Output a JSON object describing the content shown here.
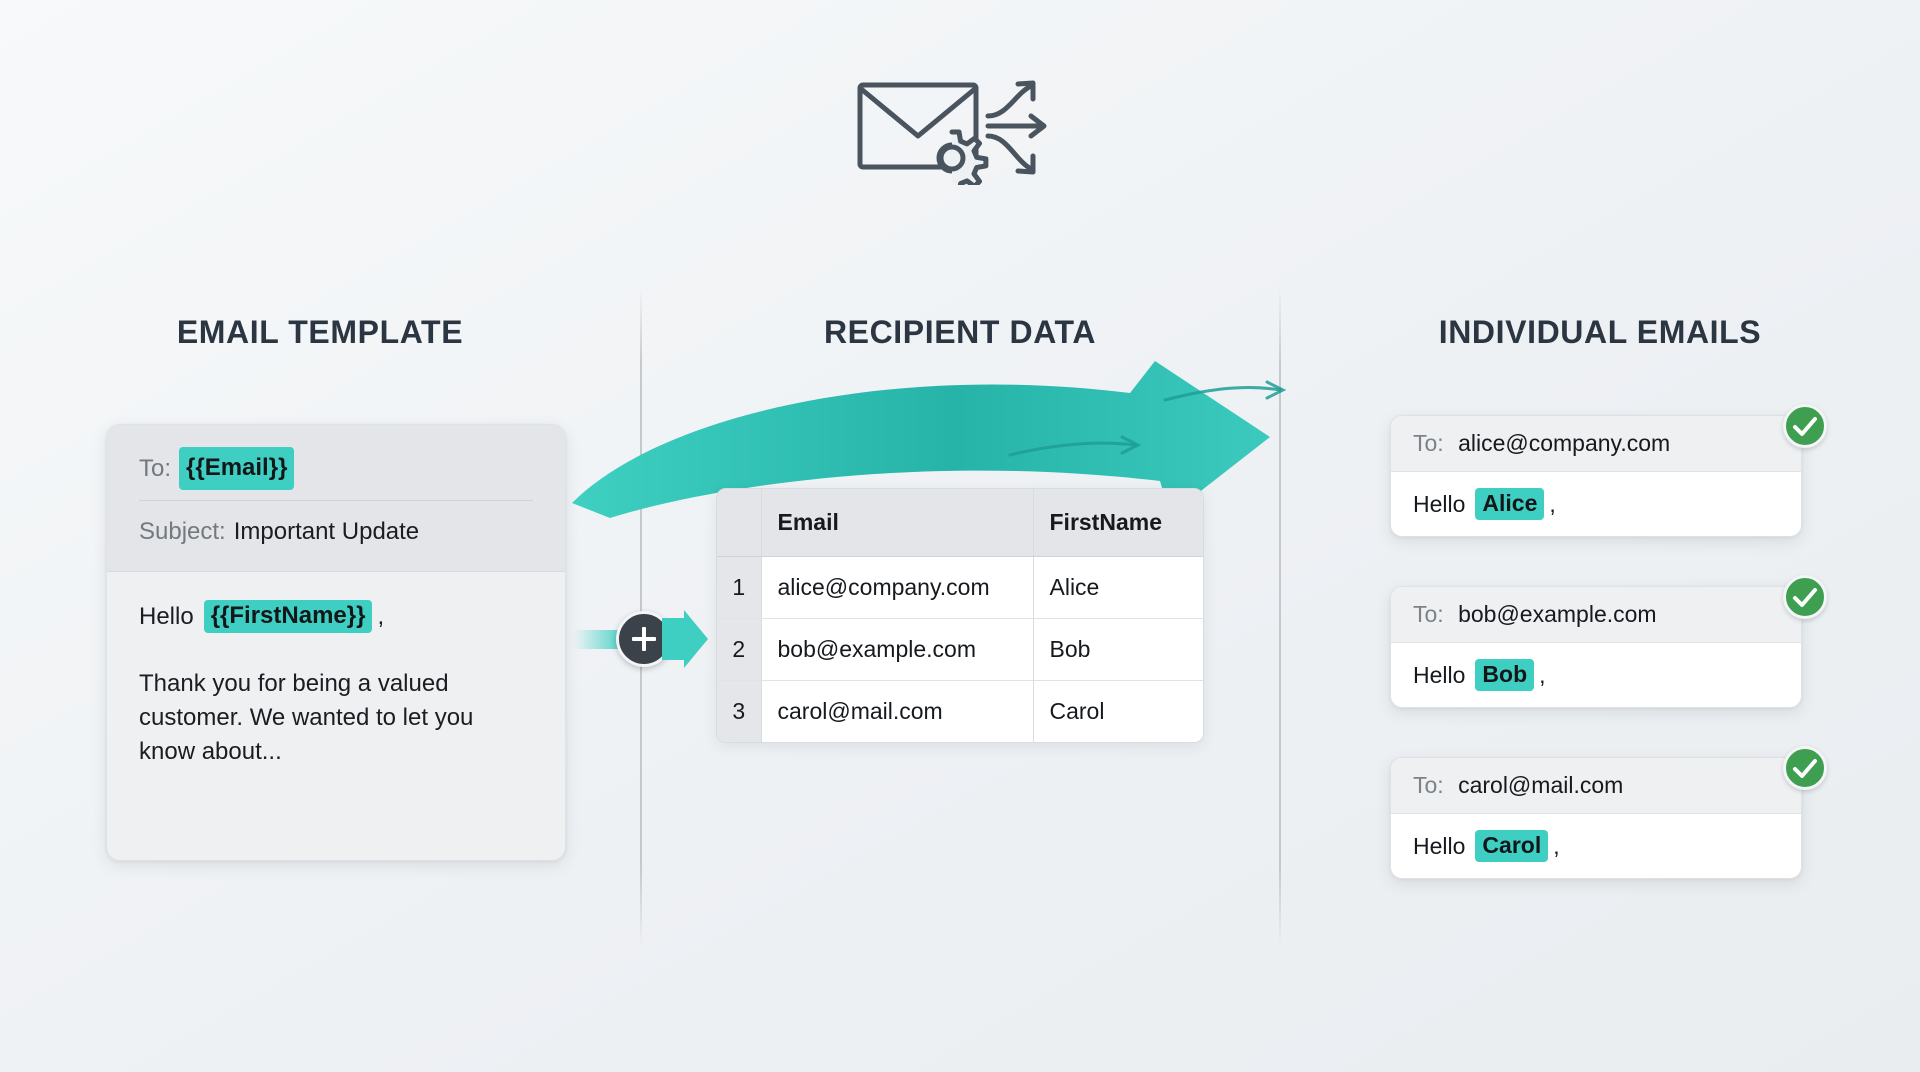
{
  "header_icon": {
    "name": "mail-merge-icon",
    "parts": [
      "envelope",
      "gear",
      "split-arrows"
    ]
  },
  "columns": {
    "template_title": "EMAIL TEMPLATE",
    "recipients_title": "RECIPIENT DATA",
    "emails_title": "INDIVIDUAL EMAILS"
  },
  "template": {
    "to_label": "To:",
    "to_token": "{{Email}}",
    "subject_label": "Subject:",
    "subject_value": "Important Update",
    "greeting_word": "Hello",
    "greeting_token": "{{FirstName}}",
    "greeting_comma": ",",
    "body_paragraph": "Thank you for being a valued customer. We wanted to let you know about..."
  },
  "merge": {
    "plus_symbol": "+",
    "icon_name": "merge-plus-icon"
  },
  "recipient_table": {
    "index_header": "",
    "headers": [
      "Email",
      "FirstName"
    ],
    "rows": [
      {
        "index": "1",
        "email": "alice@company.com",
        "first_name": "Alice"
      },
      {
        "index": "2",
        "email": "bob@example.com",
        "first_name": "Bob"
      },
      {
        "index": "3",
        "email": "carol@mail.com",
        "first_name": "Carol"
      }
    ]
  },
  "emails": [
    {
      "to_label": "To:",
      "to_value": "alice@company.com",
      "greeting_word": "Hello",
      "name_token": "Alice",
      "comma": ",",
      "status": "sent"
    },
    {
      "to_label": "To:",
      "to_value": "bob@example.com",
      "greeting_word": "Hello",
      "name_token": "Bob",
      "comma": ",",
      "status": "sent"
    },
    {
      "to_label": "To:",
      "to_value": "carol@mail.com",
      "greeting_word": "Hello",
      "name_token": "Carol",
      "comma": ",",
      "status": "sent"
    }
  ],
  "colors": {
    "background": "#f3f5f7",
    "accent_teal": "#3ecfc2",
    "arrow_teal": "#33bfb2",
    "success_green": "#3f9f51",
    "heading": "#2b3642",
    "card_header_gray": "#e3e5e8",
    "muted_text": "#7b8289"
  }
}
